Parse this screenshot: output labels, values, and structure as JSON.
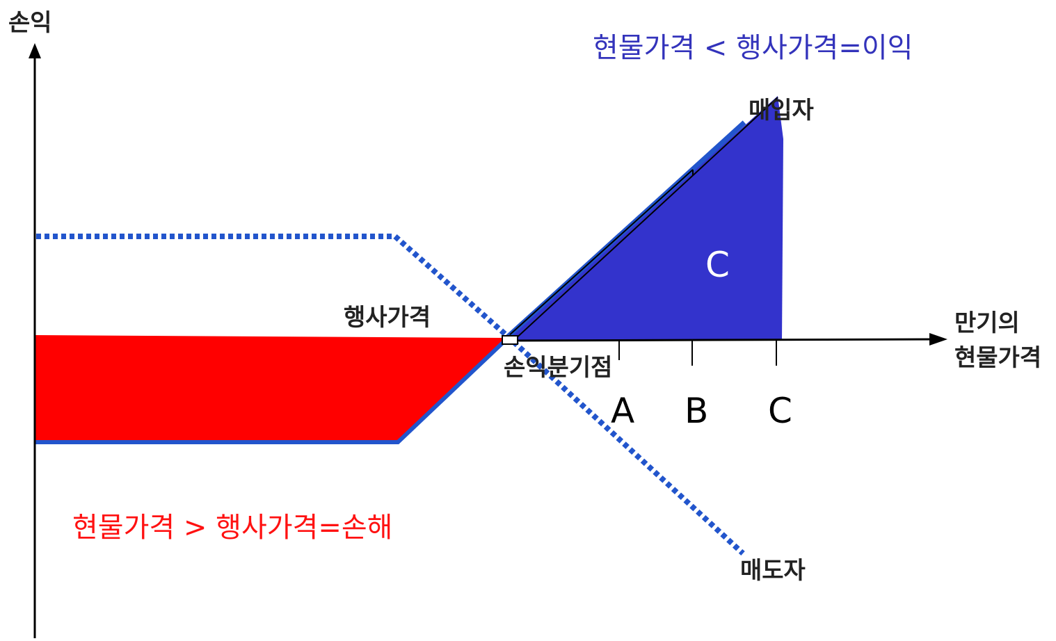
{
  "axes": {
    "y_label": "손익",
    "x_label_line1": "만기의",
    "x_label_line2": "현물가격"
  },
  "labels": {
    "strike_price": "행사가격",
    "breakeven": "손익분기점",
    "buyer": "매입자",
    "seller": "매도자",
    "profit_condition": "현물가격 < 행사가격=이익",
    "loss_condition": "현물가격 > 행사가격=손해",
    "region_c": "C"
  },
  "ticks": [
    "A",
    "B",
    "C"
  ],
  "colors": {
    "profit": "#3333cc",
    "loss": "#ff0000",
    "seller_line": "#2255cc",
    "axis": "#000000",
    "profit_text": "#3333bb",
    "loss_text": "#ff1111"
  }
}
